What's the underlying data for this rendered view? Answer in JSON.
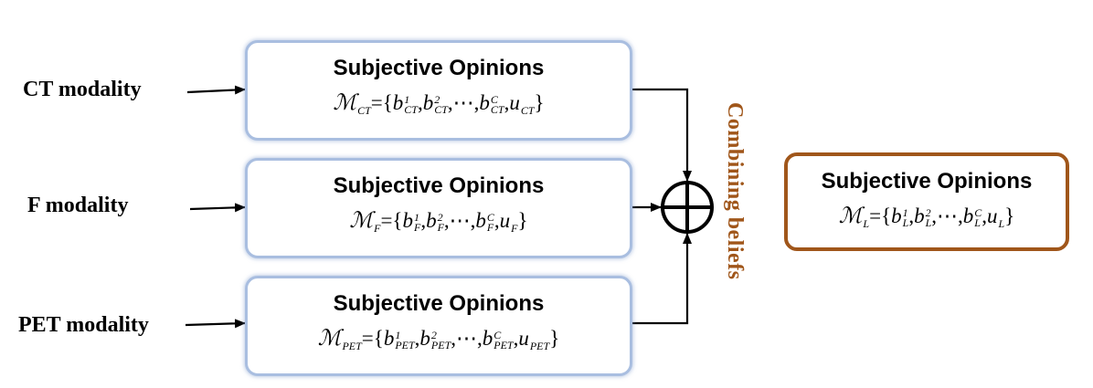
{
  "modalities": [
    {
      "label": "CT modality"
    },
    {
      "label": "F modality"
    },
    {
      "label": "PET modality"
    }
  ],
  "boxes": [
    {
      "title": "Subjective Opinions",
      "formula": {
        "M": "ℳ",
        "sub": "CT",
        "eq": "=",
        "open": "{",
        "b": "b",
        "sup1": "1",
        "sup2": "2",
        "supC": "C",
        "dots": "⋯",
        "u": "u",
        "close": "}",
        "comma": ","
      }
    },
    {
      "title": "Subjective Opinions",
      "formula": {
        "M": "ℳ",
        "sub": "F",
        "eq": "=",
        "open": "{",
        "b": "b",
        "sup1": "1",
        "sup2": "2",
        "supC": "C",
        "dots": "⋯",
        "u": "u",
        "close": "}",
        "comma": ","
      }
    },
    {
      "title": "Subjective Opinions",
      "formula": {
        "M": "ℳ",
        "sub": "PET",
        "eq": "=",
        "open": "{",
        "b": "b",
        "sup1": "1",
        "sup2": "2",
        "supC": "C",
        "dots": "⋯",
        "u": "u",
        "close": "}",
        "comma": ","
      }
    }
  ],
  "combine": {
    "label": "Combining beliefs",
    "operator": "⊕"
  },
  "output": {
    "title": "Subjective Opinions",
    "formula": {
      "M": "ℳ",
      "sub": "L",
      "eq": "=",
      "open": "{",
      "b": "b",
      "sup1": "1",
      "sup2": "2",
      "supC": "C",
      "dots": "⋯",
      "u": "u",
      "close": "}",
      "comma": ","
    }
  },
  "colors": {
    "input_border": "#a9bee0",
    "output_border": "#a0561a",
    "combine_text": "#a0561a",
    "lines": "#000000"
  }
}
